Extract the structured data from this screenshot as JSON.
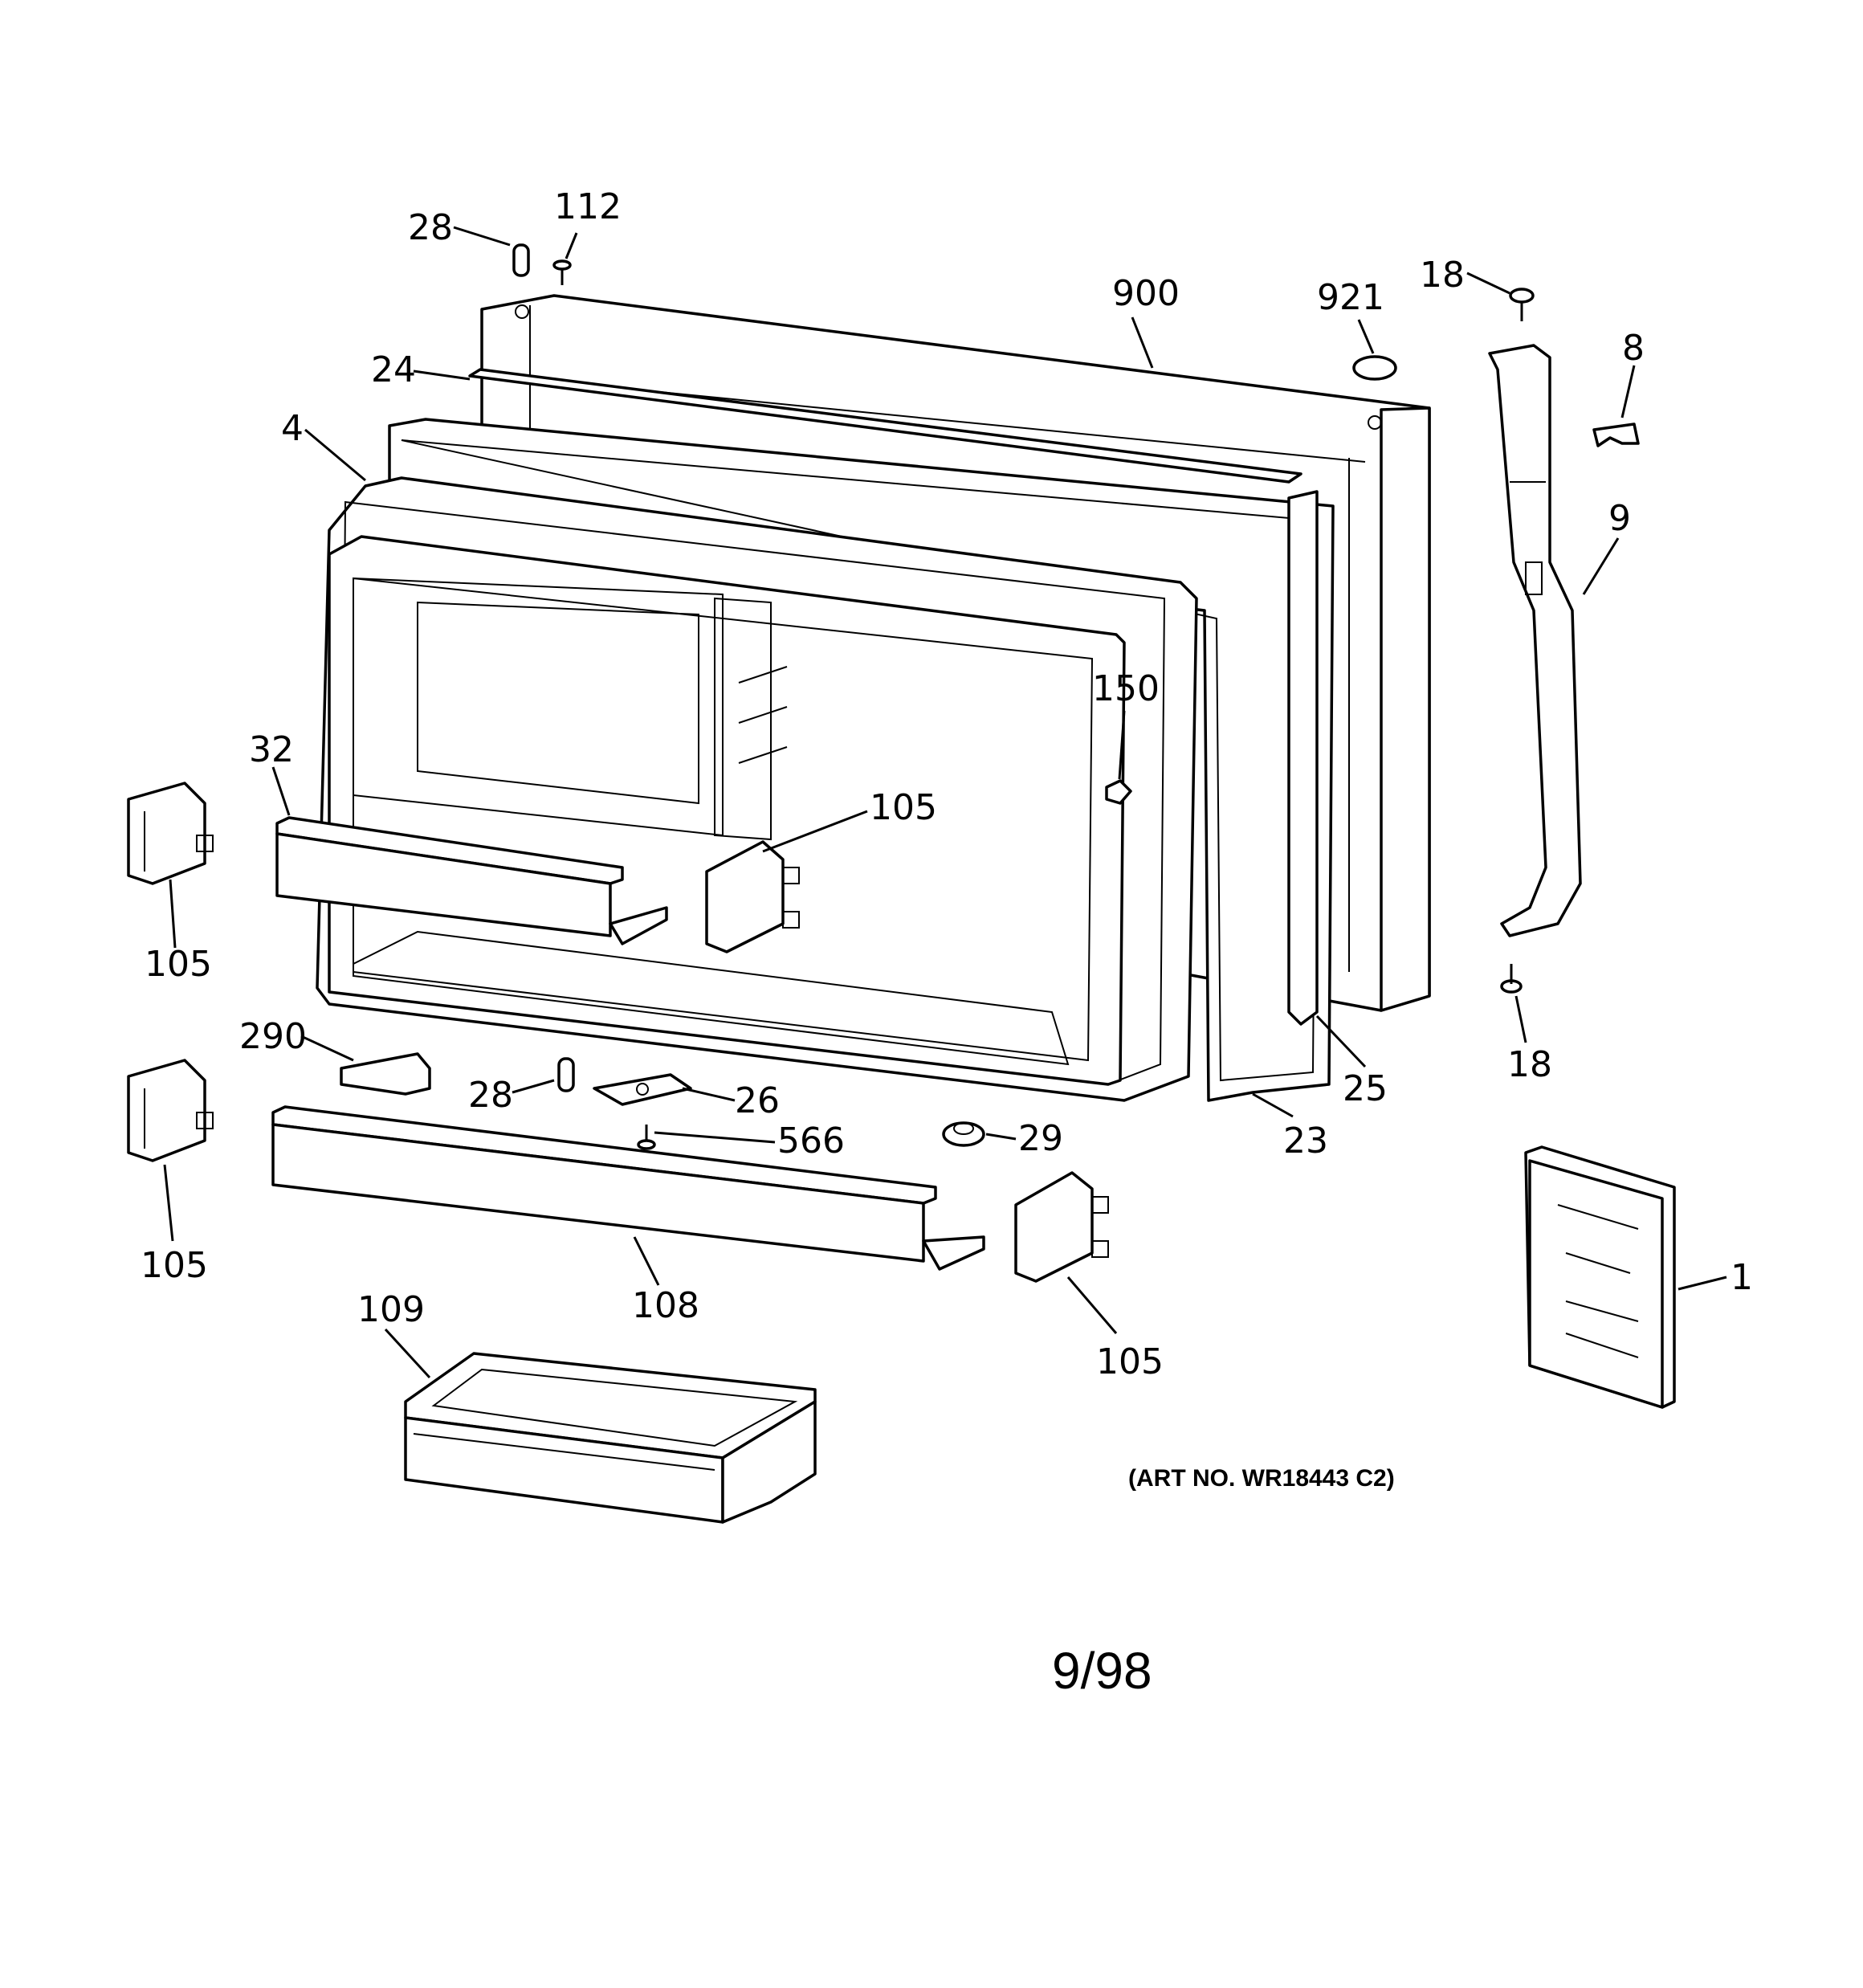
{
  "part_labels": [
    {
      "id": "lbl-28-top",
      "text": "28"
    },
    {
      "id": "lbl-112",
      "text": "112"
    },
    {
      "id": "lbl-900",
      "text": "900"
    },
    {
      "id": "lbl-921",
      "text": "921"
    },
    {
      "id": "lbl-18-top",
      "text": "18"
    },
    {
      "id": "lbl-8",
      "text": "8"
    },
    {
      "id": "lbl-24",
      "text": "24"
    },
    {
      "id": "lbl-4",
      "text": "4"
    },
    {
      "id": "lbl-9",
      "text": "9"
    },
    {
      "id": "lbl-150",
      "text": "150"
    },
    {
      "id": "lbl-32",
      "text": "32"
    },
    {
      "id": "lbl-105-a",
      "text": "105"
    },
    {
      "id": "lbl-105-left-top",
      "text": "105"
    },
    {
      "id": "lbl-290",
      "text": "290"
    },
    {
      "id": "lbl-28-bottom",
      "text": "28"
    },
    {
      "id": "lbl-26",
      "text": "26"
    },
    {
      "id": "lbl-566",
      "text": "566"
    },
    {
      "id": "lbl-29",
      "text": "29"
    },
    {
      "id": "lbl-25",
      "text": "25"
    },
    {
      "id": "lbl-23",
      "text": "23"
    },
    {
      "id": "lbl-18-bottom",
      "text": "18"
    },
    {
      "id": "lbl-105-left-bottom",
      "text": "105"
    },
    {
      "id": "lbl-108",
      "text": "108"
    },
    {
      "id": "lbl-105-bottom",
      "text": "105"
    },
    {
      "id": "lbl-1",
      "text": "1"
    },
    {
      "id": "lbl-109",
      "text": "109"
    }
  ],
  "art_number": "(ART NO. WR18443 C2)",
  "date_code": "9/98"
}
